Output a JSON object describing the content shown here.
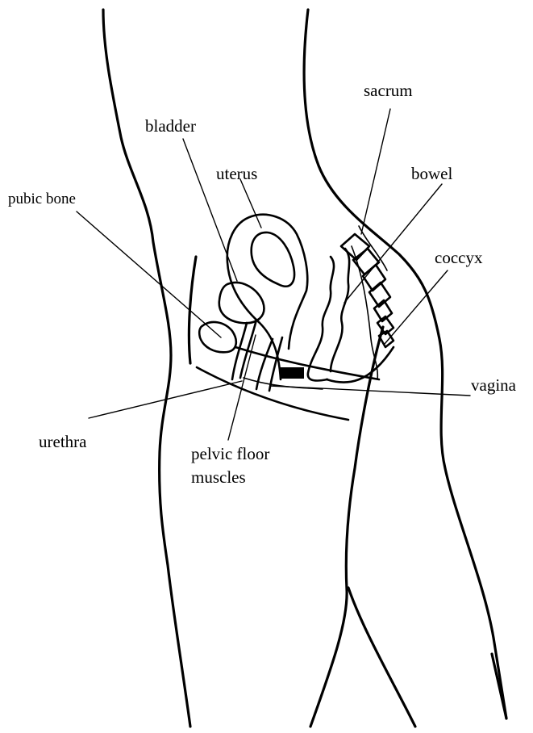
{
  "labels": {
    "sacrum": "sacrum",
    "bladder": "bladder",
    "uterus": "uterus",
    "bowel": "bowel",
    "pubic_bone": "pubic bone",
    "coccyx": "coccyx",
    "vagina": "vagina",
    "urethra": "urethra",
    "pelvic_floor_line1": "pelvic floor",
    "pelvic_floor_line2": "muscles"
  }
}
